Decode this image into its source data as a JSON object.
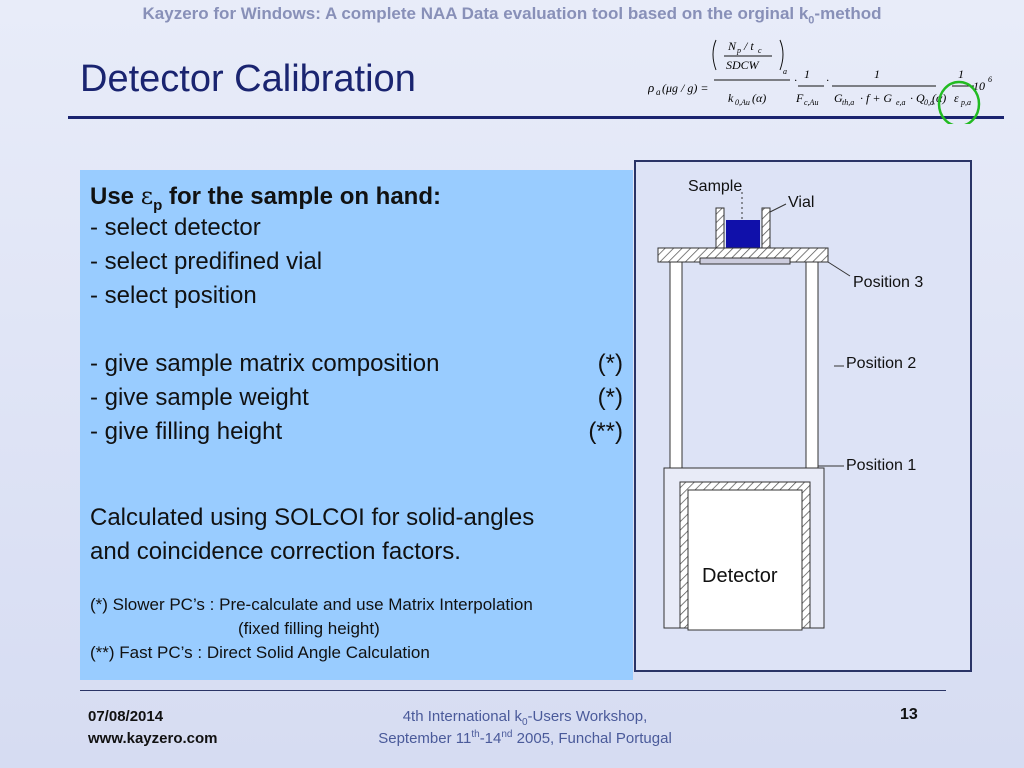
{
  "header": {
    "title_main": "Kayzero for Windows: A complete NAA Data evaluation tool based on the orginal k",
    "title_sub": "0",
    "title_tail": "-method"
  },
  "slide": {
    "title": "Detector Calibration"
  },
  "formula": {
    "lhs": "ρ",
    "lhs_sub": "a",
    "lhs_unit": "(μg / g) =",
    "numerator_top": "N",
    "numerator_top_sub": "p",
    "numerator_tc": "/ t",
    "numerator_tc_sub": "c",
    "numerator_sdcw": "SDCW",
    "numerator_sdcw_sub": "a",
    "denominator_k0": "k",
    "denominator_k0_sub": "0,Au",
    "denominator_alpha": "(α)",
    "fraction2_num": "1",
    "fraction2_den": "F",
    "fraction2_den_sub": "c,Au",
    "fraction3_num": "1",
    "fraction3_den_g": "G",
    "fraction3_den_g_sub": "th,a",
    "fraction3_den_f": "· f + G",
    "fraction3_den_ge_sub": "e,a",
    "fraction3_den_q": "· Q",
    "fraction3_den_q_sub": "0,a",
    "fraction3_den_alpha": "(α)",
    "fraction4_num": "1",
    "fraction4_den": "ε",
    "fraction4_den_sub": "p,a",
    "times": "·",
    "power": "·10",
    "power_exp": "6",
    "highlight_color": "#22bb22"
  },
  "instructions": {
    "heading_use": "Use ",
    "heading_eps": "ε",
    "heading_eps_sub": "p",
    "heading_rest": " for the sample on hand:",
    "lines": [
      "- select detector",
      "- select predifined vial",
      "- select position"
    ],
    "rows": [
      {
        "text": "- give sample matrix composition",
        "mark": "(*)"
      },
      {
        "text": "- give sample weight",
        "mark": "(*)"
      },
      {
        "text": "- give filling height",
        "mark": "(**)"
      }
    ],
    "calc_line1": "Calculated using SOLCOI for solid-angles",
    "calc_line2": "and coincidence correction factors.",
    "note1": "(*) Slower PC’s : Pre-calculate and use Matrix Interpolation",
    "note1b": "(fixed filling height)",
    "note2": "(**) Fast PC’s    : Direct Solid Angle Calculation",
    "box_color": "#99ccff"
  },
  "diagram": {
    "sample": "Sample",
    "vial": "Vial",
    "position3": "Position 3",
    "position2": "Position 2",
    "position1": "Position 1",
    "detector": "Detector",
    "sample_color": "#1010aa"
  },
  "footer": {
    "date": "07/08/2014",
    "site": "www.kayzero.com",
    "event_a": "4th International k",
    "event_a_sub": "0",
    "event_b": "-Users Workshop,",
    "event_c": "September 11",
    "event_c_sup": "th",
    "event_d": "-14",
    "event_d_sup": "nd",
    "event_e": " 2005,  Funchal Portugal",
    "page": "13"
  }
}
